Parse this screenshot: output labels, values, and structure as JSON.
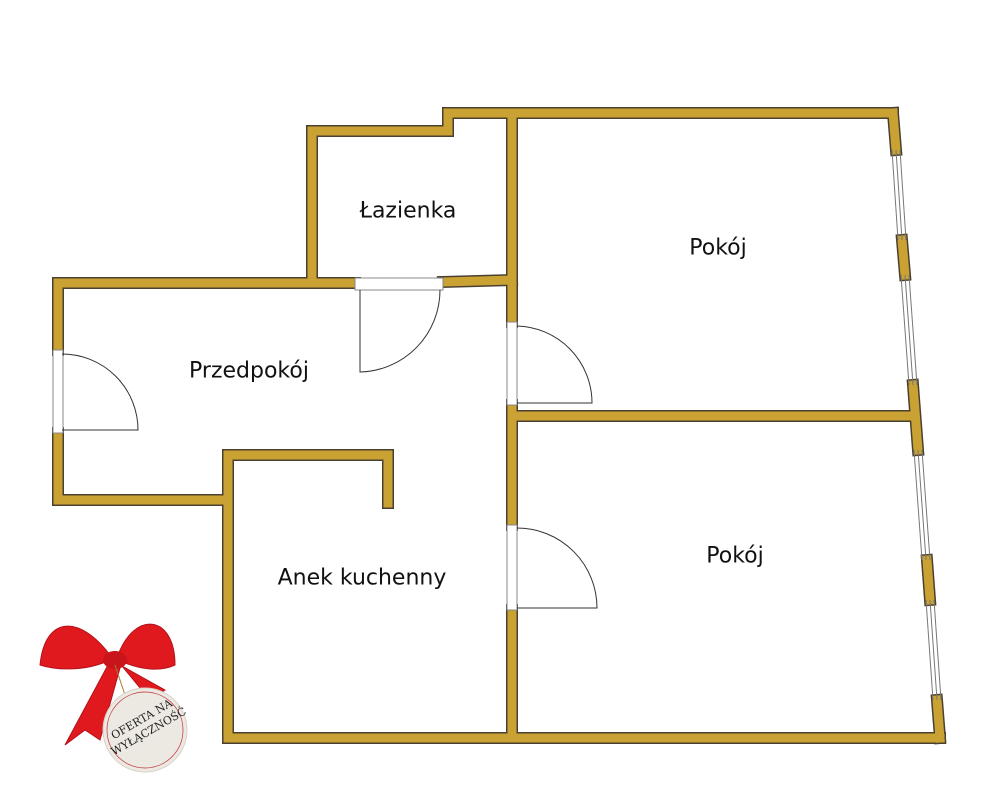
{
  "rooms": {
    "bathroom": "Łazienka",
    "room1": "Pokój",
    "hall": "Przedpokój",
    "room2": "Pokój",
    "kitchen": "Anek kuchenny"
  },
  "badge": {
    "line1": "OFERTA NA",
    "line2": "WYŁĄCZNOŚĆ"
  },
  "colors": {
    "wall": "#c9a233",
    "ribbon": "#e0191e"
  }
}
